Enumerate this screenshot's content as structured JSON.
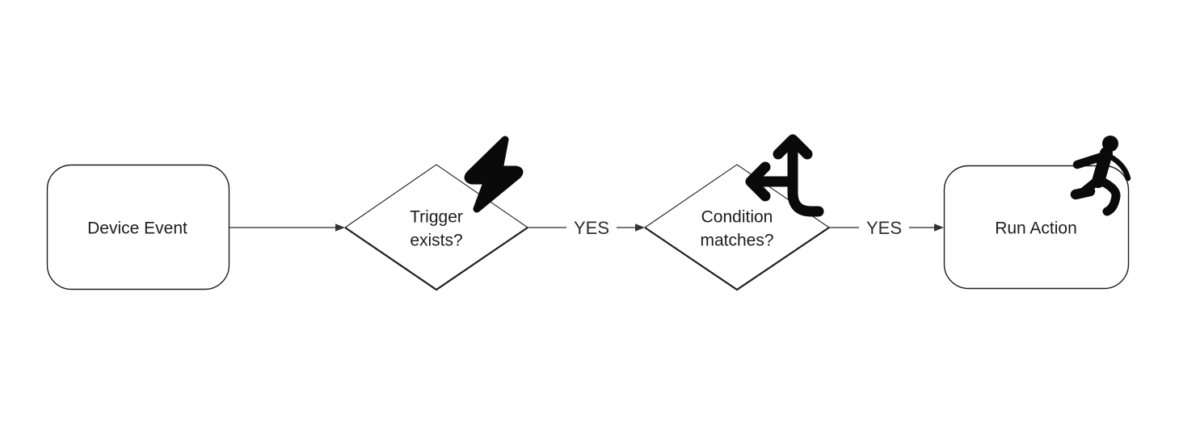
{
  "diagram": {
    "background": "#ffffff",
    "nodes": [
      {
        "id": "device-event",
        "type": "rounded-rect",
        "label": "Device Event"
      },
      {
        "id": "trigger-exists",
        "type": "decision",
        "label": "Trigger\nexists?",
        "icon": "lightning-bolt-icon"
      },
      {
        "id": "condition-matches",
        "type": "decision",
        "label": "Condition\nmatches?",
        "icon": "directions-split-icon"
      },
      {
        "id": "run-action",
        "type": "rounded-rect",
        "label": "Run Action",
        "icon": "person-running-icon"
      }
    ],
    "edges": [
      {
        "from": "device-event",
        "to": "trigger-exists",
        "label": ""
      },
      {
        "from": "trigger-exists",
        "to": "condition-matches",
        "label": "YES"
      },
      {
        "from": "condition-matches",
        "to": "run-action",
        "label": "YES"
      }
    ],
    "colors": {
      "shape_stroke": "#1f1f1f",
      "connector": "#4d4d4d",
      "arrowhead": "#333333",
      "text": "#1c1c1c",
      "icon": "#0a0a0a"
    }
  }
}
